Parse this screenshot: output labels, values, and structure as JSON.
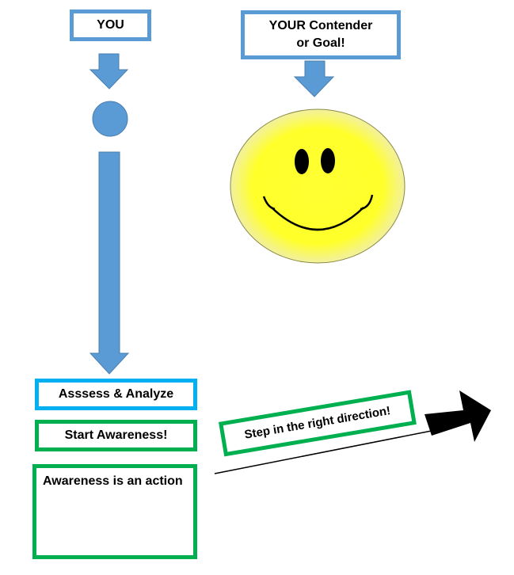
{
  "boxes": {
    "you": "YOU",
    "goal_line1": "YOUR Contender",
    "goal_line2": "or Goal!",
    "assess": "Asssess & Analyze",
    "start": "Start Awareness!",
    "action": "Awareness is an action",
    "step": "Step in the right direction!"
  },
  "colors": {
    "blue": "#5b9bd5",
    "cyan": "#00b0f0",
    "green": "#00b050",
    "smiley_yellow": "#ffff33",
    "arrow_black": "#000000"
  },
  "icons": {
    "smiley": "smiley-face-icon",
    "black_arrow": "black-arrow-icon"
  }
}
